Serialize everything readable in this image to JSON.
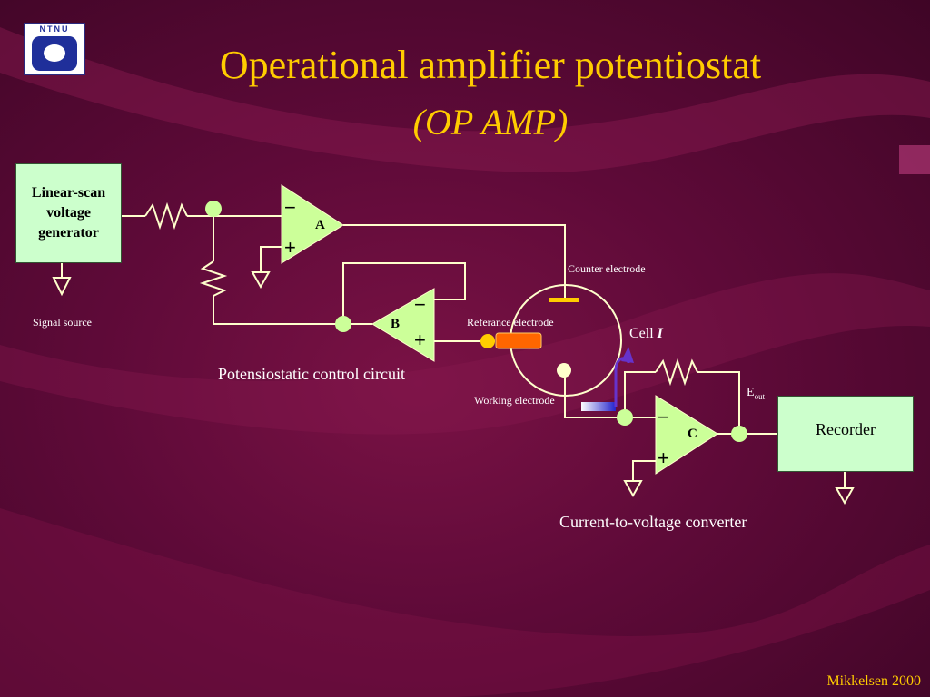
{
  "logo": {
    "text": "NTNU"
  },
  "title": "Operational amplifier potentiostat",
  "subtitle": "(OP AMP)",
  "blocks": {
    "generator": "Linear-scan voltage generator",
    "recorder": "Recorder"
  },
  "amplifiers": {
    "a": "A",
    "b": "B",
    "c": "C"
  },
  "signs": {
    "minus": "−",
    "plus": "+"
  },
  "labels": {
    "signal_source": "Signal source",
    "counter_electrode": "Counter electrode",
    "reference_electrode": "Referance electrode",
    "working_electrode": "Working electrode",
    "cell": "Cell",
    "cell_current": "I",
    "e_out": "E",
    "e_out_sub": "out",
    "control_circuit": "Potensiostatic control circuit",
    "converter": "Current-to-voltage converter"
  },
  "footer": "Mikkelsen 2000",
  "colors": {
    "title": "#ffcc00",
    "block_fill": "#ccffcc",
    "wire": "#ffffcc",
    "node": "#ccff99",
    "reference_electrode": "#ff6600",
    "counter_electrode": "#ffcc00",
    "current_arrow": "#6633cc",
    "working_electrode": "#3333cc"
  }
}
